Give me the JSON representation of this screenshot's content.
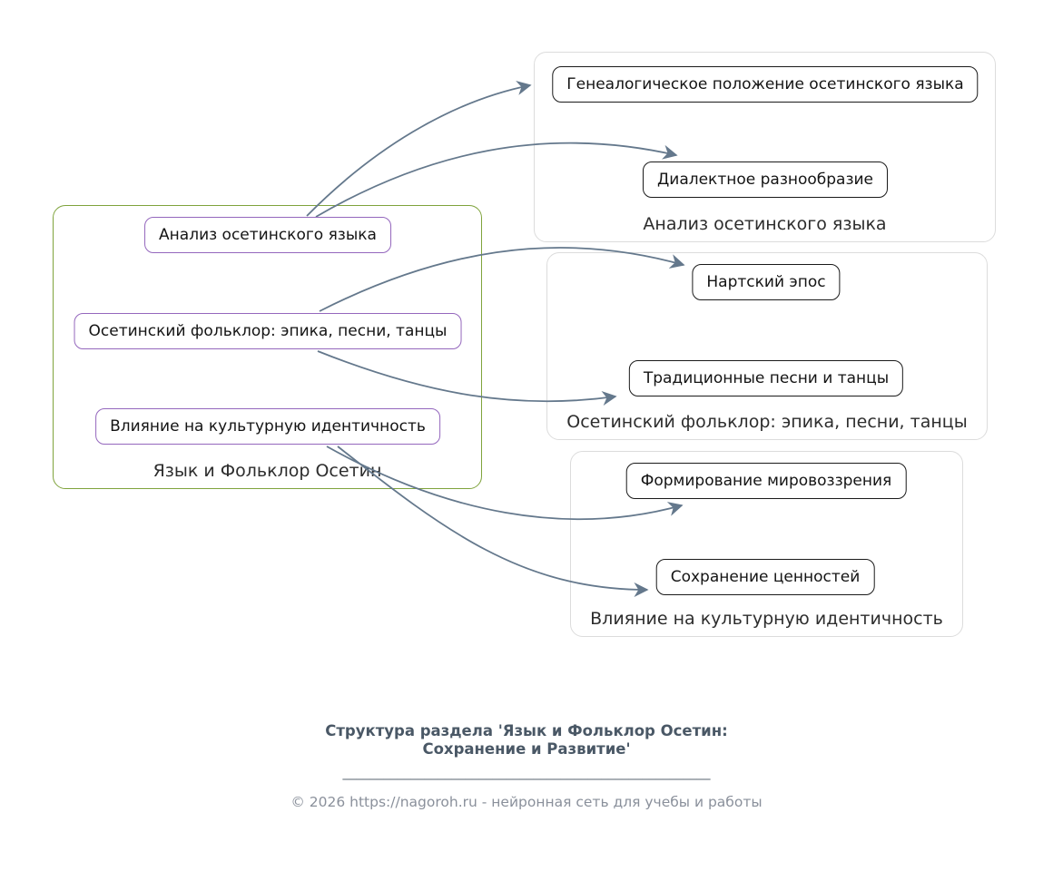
{
  "diagram": {
    "main_group": {
      "label": "Язык и Фольклор Осетин",
      "nodes": [
        {
          "label": "Анализ осетинского языка"
        },
        {
          "label": "Осетинский фольклор: эпика, песни, танцы"
        },
        {
          "label": "Влияние на культурную идентичность"
        }
      ]
    },
    "subgroups": [
      {
        "label": "Анализ осетинского языка",
        "nodes": [
          {
            "label": "Генеалогическое положение осетинского языка"
          },
          {
            "label": "Диалектное разнообразие"
          }
        ]
      },
      {
        "label": "Осетинский фольклор: эпика, песни, танцы",
        "nodes": [
          {
            "label": "Нартский эпос"
          },
          {
            "label": "Традиционные песни и танцы"
          }
        ]
      },
      {
        "label": "Влияние на культурную идентичность",
        "nodes": [
          {
            "label": "Формирование мировоззрения"
          },
          {
            "label": "Сохранение ценностей"
          }
        ]
      }
    ],
    "colors": {
      "main_group_border": "#7fa33c",
      "main_node_border": "#9467bd",
      "subgroup_border": "#dcdcdc",
      "sub_node_border": "#1a1a1a",
      "arrow": "#64788c"
    }
  },
  "caption": {
    "title_line1": "Структура раздела 'Язык и Фольклор Осетин:",
    "title_line2": "Сохранение и Развитие'",
    "divider": "______________________________________________________",
    "footer": "© 2026 https://nagoroh.ru - нейронная сеть для учебы и работы"
  }
}
